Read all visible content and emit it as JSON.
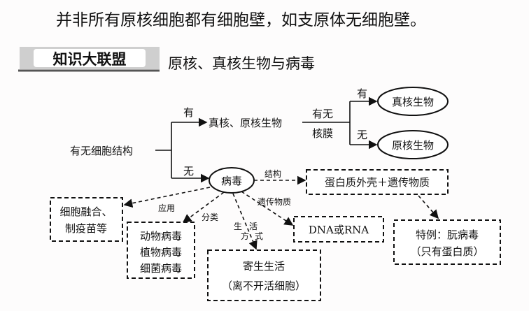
{
  "top_note": "并非所有原核细胞都有细胞壁，如支原体无细胞壁。",
  "badge": "知识大联盟",
  "title": "原核、真核生物与病毒",
  "diagram": {
    "root": "有无细胞结构",
    "yes": "有",
    "no": "无",
    "cellular": "真核、原核生物",
    "nuclear_q1": "有无",
    "nuclear_q2": "核膜",
    "yes2": "有",
    "no2": "无",
    "eukaryote": "真核生物",
    "prokaryote": "原核生物",
    "virus": "病毒",
    "structure_label": "结构",
    "structure": "蛋白质外壳＋遗传物质",
    "special1": "特例：朊病毒",
    "special2": "（只有蛋白质）",
    "application_label": "应用",
    "application1": "细胞融合、",
    "application2": "制疫苗等",
    "classify_label": "分类",
    "classes": [
      "动物病毒",
      "植物病毒",
      "细菌病毒"
    ],
    "life_label1": "生",
    "life_label2": "活",
    "life_label3": "方",
    "life_label4": "式",
    "life1": "寄生生活",
    "life2": "（离不开活细胞）",
    "genetic_label": "遗传物质",
    "genetic": "DNA或RNA"
  }
}
